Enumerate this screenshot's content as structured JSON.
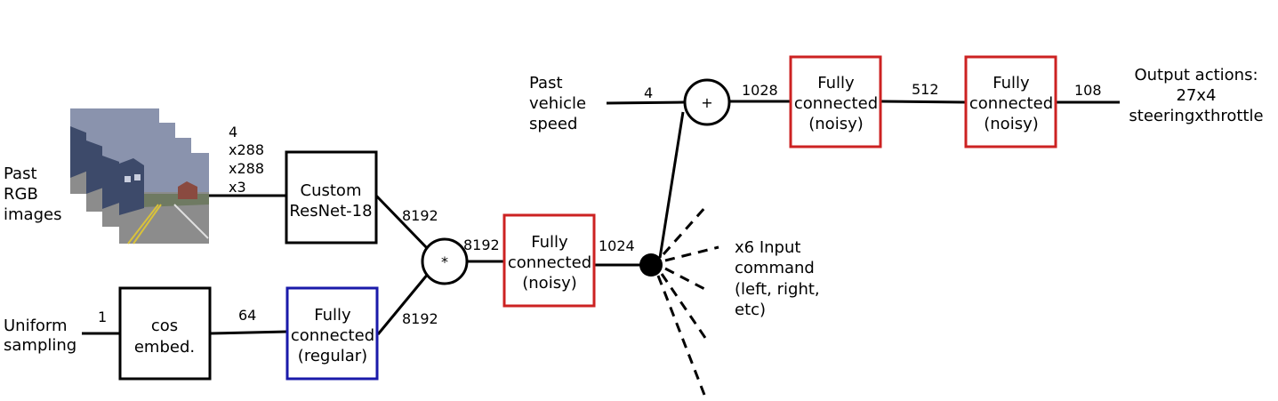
{
  "inputs": {
    "past_rgb": [
      "Past",
      "RGB",
      "images"
    ],
    "uniform_sampling": [
      "Uniform",
      "sampling"
    ],
    "past_speed": [
      "Past",
      "vehicle",
      "speed"
    ],
    "input_command": [
      "x6 Input",
      "command",
      "(left, right,",
      "etc)"
    ]
  },
  "blocks": {
    "resnet": [
      "Custom",
      "ResNet-18"
    ],
    "cos_embed": [
      "cos",
      "embed."
    ],
    "fc_regular": [
      "Fully",
      "connected",
      "(regular)"
    ],
    "fc_noisy_1": [
      "Fully",
      "connected",
      "(noisy)"
    ],
    "fc_noisy_2": [
      "Fully",
      "connected",
      "(noisy)"
    ],
    "fc_noisy_3": [
      "Fully",
      "connected",
      "(noisy)"
    ]
  },
  "operators": {
    "multiply": "*",
    "add": "+"
  },
  "edge_labels": {
    "image_dims": [
      "4",
      "x288",
      "x288",
      "x3"
    ],
    "resnet_out": "8192",
    "fc_regular_out": "8192",
    "product_out": "8192",
    "fc1_out": "1024",
    "uniform_out": "1",
    "cos_out": "64",
    "speed_out": "4",
    "sum_out": "1028",
    "fc2_out": "512",
    "fc3_out": "108"
  },
  "output": [
    "Output actions:",
    "27x4",
    "steeringxthrottle"
  ],
  "colors": {
    "noisy_border": "#cc2222",
    "regular_border": "#1a1aaa",
    "plain_border": "#000000",
    "sky": "#8a93ad",
    "road": "#8c8c8c",
    "lane_line": "#d9c23a",
    "house": "#3d4a6a"
  }
}
